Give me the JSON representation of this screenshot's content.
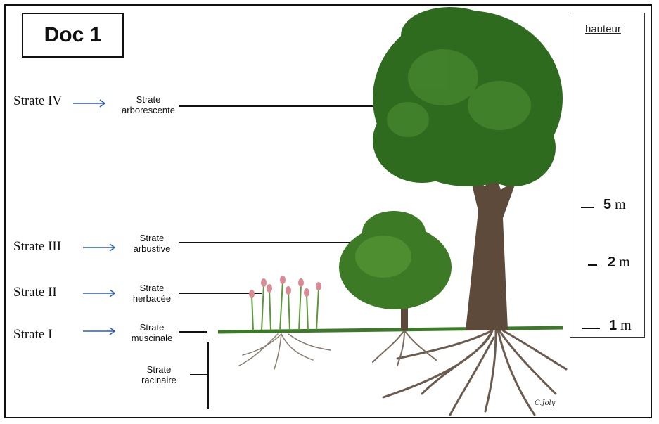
{
  "doc_title": "Doc 1",
  "levels": [
    {
      "name": "Strate IV",
      "label_line1": "Strate",
      "label_line2": "arborescente"
    },
    {
      "name": "Strate III",
      "label_line1": "Strate",
      "label_line2": "arbustive"
    },
    {
      "name": "Strate II",
      "label_line1": "Strate",
      "label_line2": "herbacée"
    },
    {
      "name": "Strate I",
      "label_line1": "Strate",
      "label_line2": "muscinale"
    }
  ],
  "root_layer": {
    "label_line1": "Strate",
    "label_line2": "racinaire"
  },
  "scale": {
    "title": "hauteur",
    "ticks": [
      {
        "value": "5",
        "unit": "m"
      },
      {
        "value": "2",
        "unit": "m"
      },
      {
        "value": "1",
        "unit": "m"
      }
    ]
  },
  "colors": {
    "arrow": "#2f5fa8",
    "foliage": "#2e6b1e",
    "trunk": "#5e4a3a",
    "roots": "#6b5a4e",
    "flower": "#d98a95"
  },
  "signature": "C.Joly"
}
